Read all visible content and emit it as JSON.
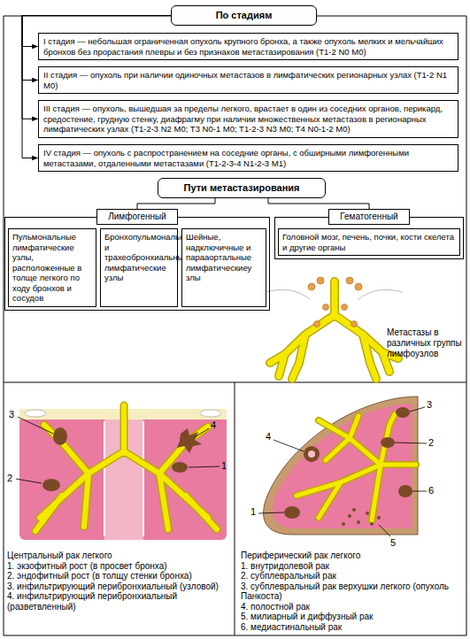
{
  "diagram": {
    "nodes": [
      {
        "text": [
          "По стадиям"
        ]
      },
      {
        "text": [
          "I стадия — небольшая ограниченная опухоль крупного бронха, а также опухоль мелких и мельчайших бронхов без прорастания плевры и без признаков метастазирования (T1-2 N0 M0)"
        ]
      },
      {
        "text": [
          "II стадия — опухоль при наличии одиночных метастазов в лимфатических регионарных узлах (T1-2 N1 M0)"
        ]
      },
      {
        "text": [
          "III стадия — опухоль, вышедшая за пределы легкого, врастает в один из соседних органов, перикард, средостение, грудную стенку, диафрагму при наличии множественных метастазов в регионарных лимфатических узлах (T1-2-3 N2 M0; T3 N0-1 M0; T1-2-3 N3 M0; T4 N0-1-2 M0)"
        ]
      },
      {
        "text": [
          "IV стадия — опухоль с распространением на соседние органы, с обширными лимфогенными метастазами, отдаленными метастазами (T1-2-3-4 N1-2-3 M1)"
        ]
      },
      {
        "text": [
          "Пути метастазирования"
        ]
      },
      {
        "text": [
          "Лимфогенный"
        ]
      },
      {
        "text": [
          "Пульмональные лимфатические узлы, расположенные в толще легкого по ходу бронхов и сосудов"
        ],
        "in": 6
      },
      {
        "text": [
          "Бронхопульмональные и трахеобронхиальные лимфатические узлы"
        ],
        "in": 6
      },
      {
        "text": [
          "Шейные, надключичные и парааортальные лимфатическиеу злы"
        ],
        "in": 6
      },
      {
        "text": [
          "Гематогенный"
        ]
      },
      {
        "text": [
          "Головной мозг, печень, почки, кости скелета и другие органы"
        ],
        "in": 10
      }
    ],
    "edges": [
      {
        "from": 0,
        "to": 1,
        "arrow": "to"
      },
      {
        "from": 0,
        "to": 2,
        "arrow": "to"
      },
      {
        "from": 0,
        "to": 3,
        "arrow": "to"
      },
      {
        "from": 0,
        "to": 4,
        "arrow": "to"
      },
      {
        "from": 5,
        "to": 6,
        "arrow": "none"
      },
      {
        "from": 5,
        "to": 10,
        "arrow": "none"
      }
    ],
    "labels": [
      "Метастазы в различных группы лимфоузлов",
      "3",
      "4",
      "2",
      "1",
      "Центральный рак легкого",
      "1. экзофитный рост (в просвет бронха)",
      "2. эндофитный рост (в толщу стенки бронха)",
      "3. инфильтрирующий перибронхиальный (узловой)",
      "4. инфильтрирующий перибронхиальный (разветвленный)",
      "3",
      "4",
      "2",
      "6",
      "1",
      "5",
      "Периферический рак легкого",
      "1. внутридолевой рак",
      "2. субплевральный рак",
      "3. субплевральный рак верхушки легкого (опухоль Панкоста)",
      "4. полостной рак",
      "5. милиарный и диффузный рак",
      "6. медиастинальный рак"
    ]
  }
}
